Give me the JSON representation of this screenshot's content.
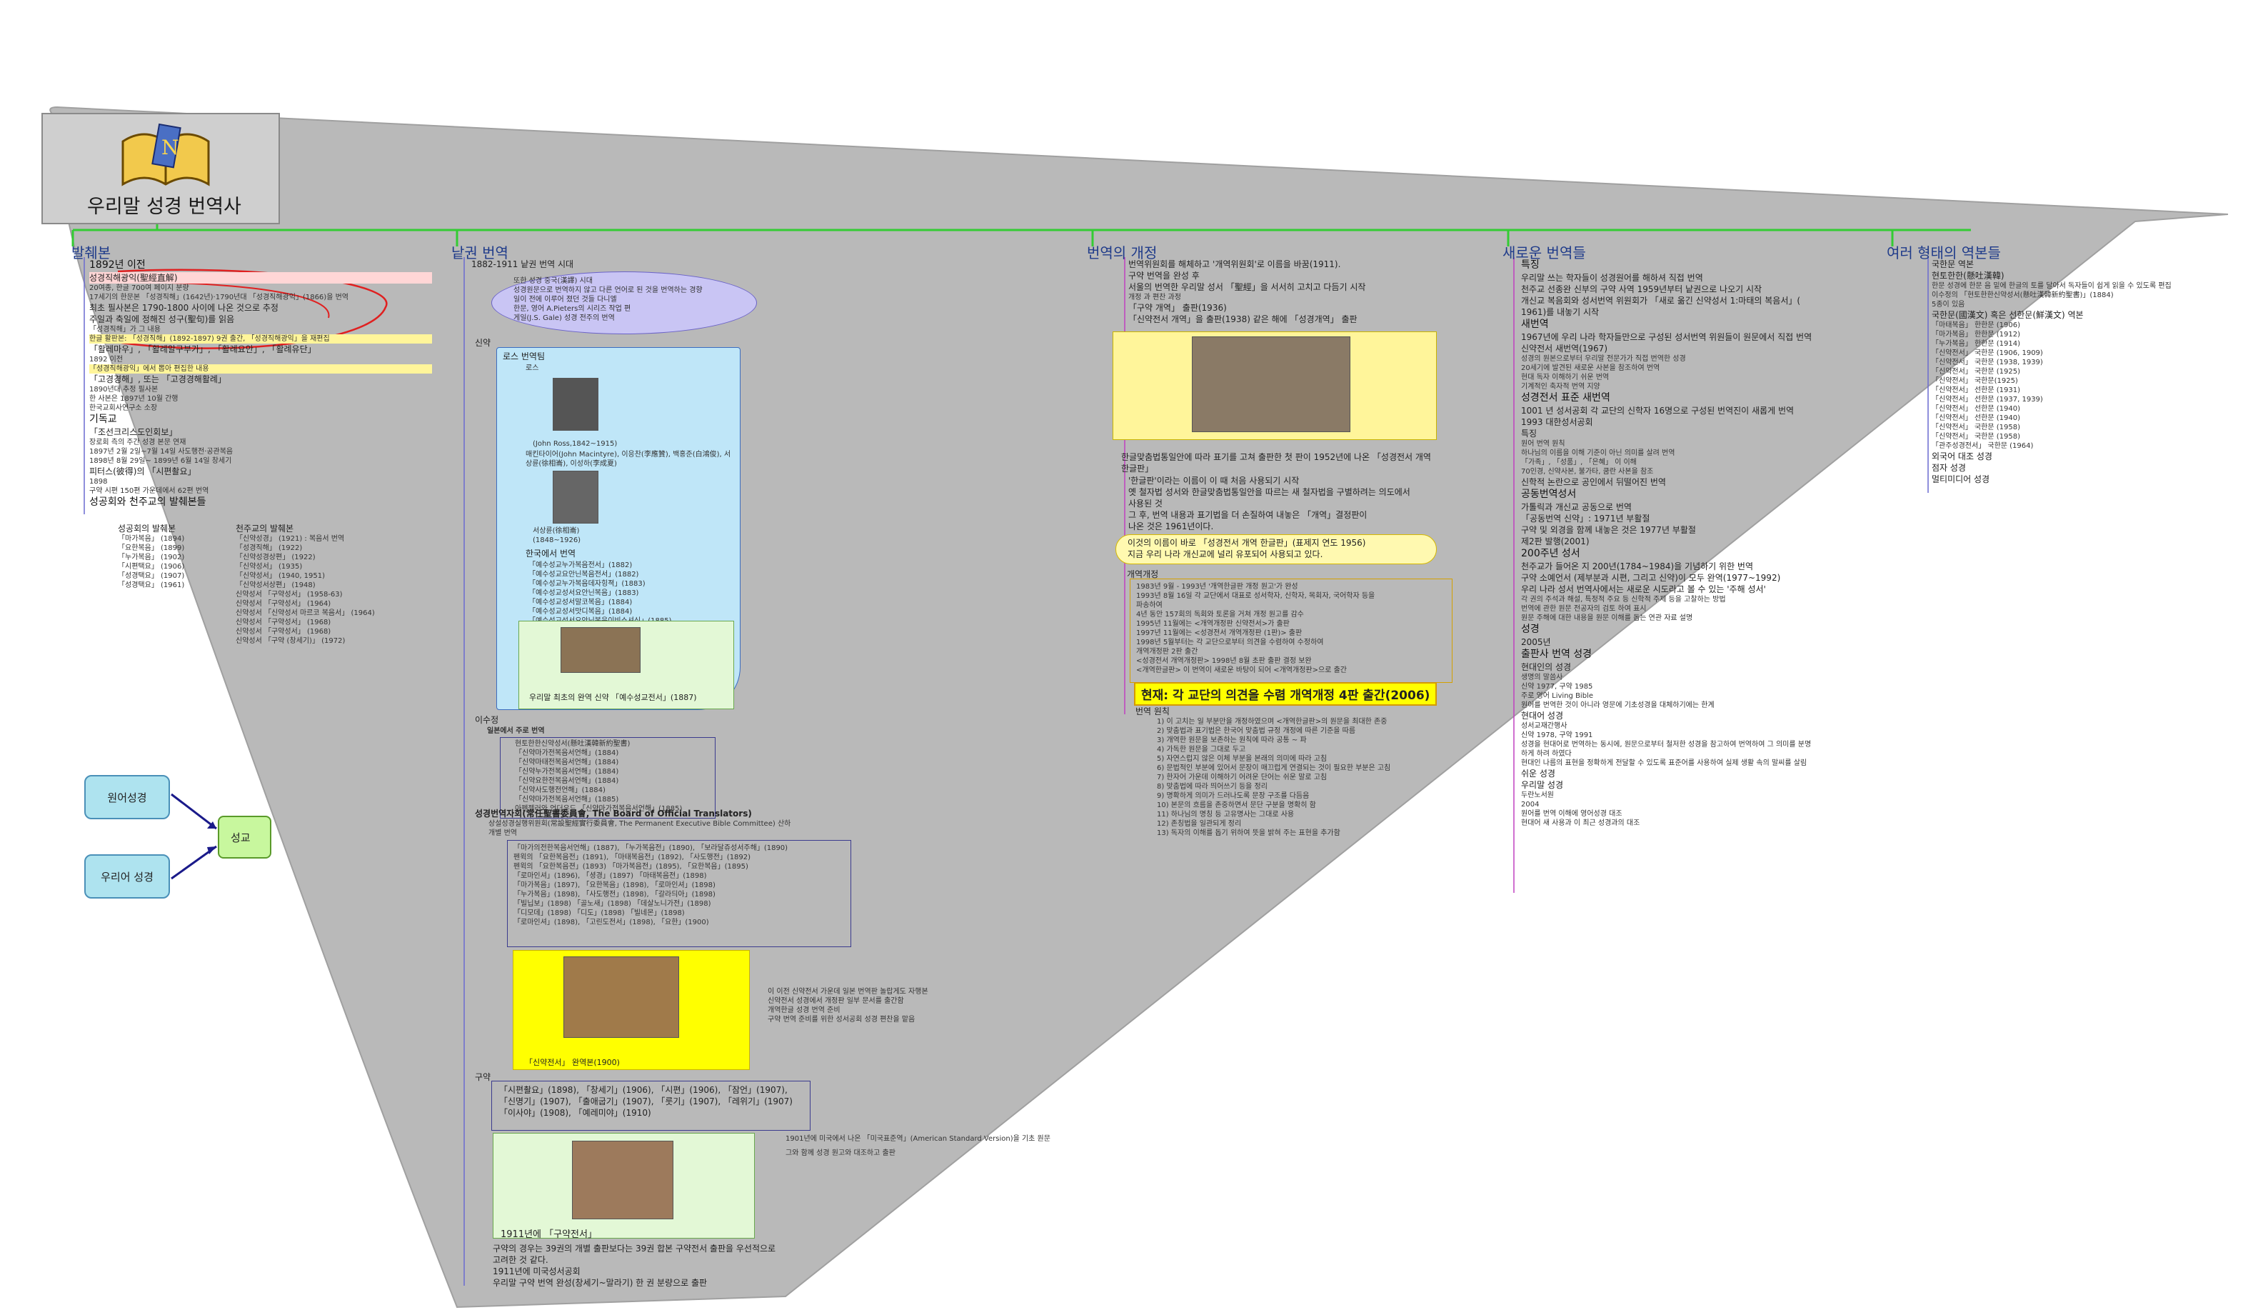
{
  "title": "우리말 성경 번역사",
  "branches": [
    {
      "label": "발췌본"
    },
    {
      "label": "낱권 번역"
    },
    {
      "label": "번역의 개정"
    },
    {
      "label": "새로운 번역들"
    },
    {
      "label": "여러 형태의 역본들"
    }
  ],
  "side_buttons": {
    "top": "원어성경",
    "bottom": "우리어 성경",
    "center": "성교"
  },
  "col1": {
    "items": [
      {
        "t": "1892년 이전",
        "c": "t1"
      },
      {
        "t": "성경직해광익(聖經直解)",
        "c": "t2 hl-r"
      },
      {
        "t": "20여종, 한글 700여 페이지 분량",
        "c": "t3"
      },
      {
        "t": "17세기의 한문본 「성경직해」(1642년)·1790년대 「성경직해광익」(1866)을 번역",
        "c": "t3"
      },
      {
        "t": "최초 필사본은 1790-1800 사이에 나온 것으로 추정",
        "c": "t2"
      },
      {
        "t": "주일과 축일에 정해진 성구(聖句)를 읽음",
        "c": "t2"
      },
      {
        "t": "「성경직해」가 그 내용",
        "c": "t3"
      },
      {
        "t": "한글 활판본: 「성경직해」(1892-1897) 9권 출간, 「성경직해광익」을 재편집",
        "c": "t3 hl-y"
      },
      {
        "t": "「활레마우」, 「활례알구부가」, 「활례요안」, 「활례유단」",
        "c": "t2"
      },
      {
        "t": "1892 이전",
        "c": "t3"
      },
      {
        "t": "「성경직해광익」에서 뽑아 편집한 내용",
        "c": "t3 hl-y"
      },
      {
        "t": "「고경경해」, 또는 「고경경해활례」",
        "c": "t2"
      },
      {
        "t": "1890년대 추정 필사본",
        "c": "t3"
      },
      {
        "t": "한 사본은 1897년 10월 간행",
        "c": "t3"
      },
      {
        "t": "한국교회사연구소 소장",
        "c": "t3"
      },
      {
        "t": "기독교",
        "c": "t1"
      },
      {
        "t": "「조선크리스도인회보」",
        "c": "t2"
      },
      {
        "t": "장로회 측의 주간 성경 본문 연재",
        "c": "t3"
      },
      {
        "t": "1897년 2월 2일~7월 14일 사도행전·공관복음",
        "c": "t3"
      },
      {
        "t": "1898년 8월 29일~ 1899년 6월 14일 창세기",
        "c": "t3"
      },
      {
        "t": "피터스(彼得)의 「시편촬요」",
        "c": "t2"
      },
      {
        "t": "1898",
        "c": "t3"
      },
      {
        "t": "구약 시편 150편 가운데에서 62편 번역",
        "c": "t3"
      },
      {
        "t": "성공회와 천주교의 발췌본들",
        "c": "t1"
      }
    ]
  },
  "col1_sub_left": {
    "head": "성공회의 발췌본",
    "items": [
      "「마가복음」 (1894)",
      "「요한복음」 (1899)",
      "「누가복음」 (1902)",
      "「시편택요」 (1906)",
      "「성경택요」 (1907)",
      "「성경택요」 (1961)"
    ]
  },
  "col1_sub_right": {
    "head": "천주교의 발췌본",
    "items": [
      "「신약성경」 (1921) : 복음서 번역",
      "「성경직해」 (1922)",
      "「신약성경상편」 (1922)",
      "「신약성서」 (1935)",
      "「신약성서」 (1940, 1951)",
      "「신약성서상편」 (1948)",
      "신약성서 「구약성서」 (1958-63)",
      "신약성서 「구약성서」 (1964)",
      "신약성서 「신약성서 마르코 복음서」 (1964)",
      "신약성서 「구약성서」 (1968)",
      "신약성서 「구약성서」 (1968)",
      "신약성서 「구약 (창세기)」 (1972)"
    ]
  },
  "col2": {
    "head": "1882-1911 낱권 번역 시대",
    "ellipse": [
      "또한 성경 중국(漢譯) 시대",
      "성경원문으로 번역하지 않고 다른 언어로 된 것을 번역하는 경향",
      "일이 전에 이루어 졌던 것들 다니엘",
      "한문, 영어 A.Pieters의 시리즈 작업 편",
      "게일(J.S. Gale) 성경 전주의 번역"
    ],
    "sinyak": "신약",
    "ross_head": "로스 번역팀",
    "ross_items": [
      "로스",
      "(John Ross,1842~1915)",
      "매킨타이어(John Macintyre), 이응찬(李應贊), 백홍준(白鴻俊), 서상륜(徐相崙), 이성하(李成夏)",
      "서상륜(徐相崙)",
      "(1848~1926)"
    ],
    "ross_list_head": "한국에서 번역",
    "ross_list": [
      "「예수성교누가복음전서」(1882)",
      "「예수성교요안닌복음전서」(1882)",
      "「예수성교누가복음데자힝젹」(1883)",
      "「예수성교성서요안닌복음」(1883)",
      "「예수성교성서말코복음」(1884)",
      "「예수성교성서맛디복음」(1884)",
      "「예수성교성서요안닌복음이비쇼셔신」(1885)"
    ],
    "ross_caption": "우리말 최초의 완역 신약 「예수성교전서」(1887)",
    "yesu_head": "이수정",
    "yesu_sub": "일본에서 주로 번역",
    "yesu_items": [
      "현토한한신약성서(懸吐漢韓新約聖書)",
      "「신약마가전복음서언해」(1884)",
      "「신약마태전복음서언해」(1884)",
      "「신약누가전복음서언해」(1884)",
      "「신약요한전복음서언해」(1884)",
      "「신약사도행전언해」(1884)",
      "「신약마가전복음서언해」(1885)",
      "아펜젤러와 언더우드 「신약마가전복음서언해」(1885)"
    ],
    "board_head": "성경번역자회(常任聖書委員會, The Board of Official Translators)",
    "board_sub": [
      "상설성경실행위원회(常設聖經實行委員會, The Permanent Executive Bible Committee) 산하",
      "개별 번역"
    ],
    "board_items": [
      "「마가의전한복음서언해」(1887), 「누가복음전」(1890), 「보라달쥬성서주해」(1890)",
      "펜윅의 「요한복음전」(1891), 「마태복음전」(1892), 「사도행전」(1892)",
      "펜윅의 「요한복음젼」(1893) 「마가복음전」(1895), 「요한복음」(1895)",
      "「로마인셔」(1896), 「셩경」(1897) 「마태복음전」(1898)",
      "「마가복음」(1897), 「요한복음」(1898), 「로마인셔」(1898)",
      "「누가복음」(1898), 「사도행전」(1898), 「갈라듸아」(1898)",
      "「빌닙보」(1898) 「골노새」(1898) 「데살노니가전」(1898)",
      "「디모데」(1898) 「디도」(1898) 「빌네몬」(1898)",
      "「로마인셔」(1898), 「고린도전서」(1898), 「요한」(1900)"
    ],
    "sinyak_caption": "「신약전서」 완역본(1900)",
    "sinyak_notes": [
      "이 이전 신약전서 가운데 일본 번역판 놀랍게도 자행본",
      "신약전서 성경에서 개정판 일부 문서를 출간함",
      "개역한글 성경 번역 준비",
      "구약 번역 준비를 위한 성서공회 성경 편찬을 맡음"
    ],
    "guyak": "구약",
    "guyak_items": [
      "「시편촬요」(1898), 「창세기」(1906), 「시편」(1906), 「잠언」(1907),",
      "「신명기」(1907), 「출애굽기」(1907), 「룻기」(1907), 「레위기」(1907)",
      "「이사야」(1908), 「예레미야」(1910)"
    ],
    "guyak_caption": "1911년에 「구약전서」",
    "guyak_note1": "1901년에 미국에서 나온 「미국표준역」(American Standard Version)을 기초 원문",
    "guyak_note2": "그와 함께 성경 원고와 대조하고 출판",
    "guyak_tail": [
      "구약의 경우는 39권의 개별 출판보다는 39권 합본 구약전서 출판을 우선적으로",
      "고려한 것 같다.",
      "1911년에 미국성서공회",
      "우리말 구약 번역 완성(창세기~말라기) 한 권 분량으로 출판"
    ]
  },
  "col3": {
    "items": [
      {
        "t": "번역위원회를 해체하고 '개역위원회'로 이름을 바꿈(1911).",
        "c": "t2"
      },
      {
        "t": "구약 번역을 완성 후",
        "c": "t2"
      },
      {
        "t": "서울의 번역한 우리말 성서 「聖經」을 서서히 고치고 다듬기 시작",
        "c": "t2"
      },
      {
        "t": "개정 과 편찬 과정",
        "c": "t3"
      },
      {
        "t": "「구약 개역」 출판(1936)",
        "c": "t2"
      },
      {
        "t": "「신약전서 개역」을 출판(1938) 같은 해에 「성경개역」 출판",
        "c": "t2"
      }
    ],
    "photo_caption": "한글맞춤법통일안에 따라 표기를 고쳐 출판한 첫 판이 1952년에 나온 「성경전서 개역 한글판」",
    "items2": [
      {
        "t": "'한글판'이라는 이름이 이 때 처음 사용되기 시작",
        "c": "t2"
      },
      {
        "t": "옛 철자법 성서와 한글맞춤법통일안을 따르는 새 철자법을 구별하려는 의도에서",
        "c": "t2"
      },
      {
        "t": "사용된 것",
        "c": "t2"
      },
      {
        "t": "그 후, 번역 내용과 표기법을 더 손질하여 내놓은 「개역」결정판이",
        "c": "t2"
      },
      {
        "t": "나온 것은 1961년이다.",
        "c": "t2"
      }
    ],
    "ellipse": [
      "이것의 이름이 바로 「성경전서 개역 한글판」(표제지 연도 1956)",
      "지금 우리 나라 개신교에 널리 유포되어 사용되고 있다."
    ],
    "revision_head": "개역개정",
    "revision_items": [
      "1983년 9월 - 1993년 '개역한글판 개정 원고'가 완성",
      "1993년 8월 16일 각 교단에서 대표로 성서학자, 신학자, 목회자, 국어학자 등을",
      "파송하여",
      "4년 동안 157회의 독회와 토론을 거쳐 개정 원고를 감수",
      "1995년 11월에는 <개역개정판 신약전서>가 출판",
      "1997년 11월에는 <성경전서 개역개정판 (1판)> 출판",
      "1998년 5월부터는 각 교단으로부터 의견을 수렴하여 수정하여",
      "개역개정판 2판 출간",
      "<성경전서 개역개정판> 1998년 8월 초판 출판 결정 보완",
      "<개역한글판> 이 번역이 새로운 바탕이 되어 <개역개정판>으로 출간"
    ],
    "banner": "현재: 각 교단의 의견을 수렴 개역개정 4판 출간(2006)",
    "principles_head": "번역 원칙",
    "principles": [
      "1) 이 고치는 일 부분만을 개정하였으며 <개역한글판>의 원문을 최대한 존중",
      "2) 맞춤법과 표기법은 한국어 맞춤법 규정 개정에 따른 기준을 따름",
      "3) 개역한 원문을 보존하는 원칙에 따라 공통 ~ 파",
      "4) 가독한 원문을 그대로 두고",
      "5) 자연스럽지 않은 이체 부분을 본래의 의미에 따라 고침",
      "6) 문법적인 부분에 있어서 문장이 매끄럽게 연결되는 것이 필요한 부분은 고침",
      "7) 한자어 가운데 이해하기 어려운 단어는 쉬운 말로 고침",
      "8) 맞춤법에 따라 띄어쓰기 등을 정리",
      "9) 명확하게 의미가 드러나도록 문장 구조를 다듬음",
      "10) 본문의 흐름을 존중하면서 문단 구분을 명확히 함",
      "11) 하나님의 명칭 등 고유명사는 그대로 사용",
      "12) 존칭법을 일관되게 정리",
      "13) 독자의 이해를 돕기 위하여 뜻을 밝혀 주는 표현을 추가함"
    ]
  },
  "col4": {
    "items": [
      {
        "t": "특징",
        "c": "t1"
      },
      {
        "t": "우리말 쓰는 학자들이 성경원어를 해하셔 직접 번역",
        "c": "t2"
      },
      {
        "t": "천주교 선종완 신부의 구약 사역 1959년부터 낱권으로 나오기 시작",
        "c": "t2"
      },
      {
        "t": "개신교 복음회와 성서번역 위원회가 「새로 옮긴 신약성서 1:마태의 복음서」(",
        "c": "t2"
      },
      {
        "t": "1961)를 내놓기 시작",
        "c": "t2"
      },
      {
        "t": "새번역",
        "c": "t1"
      },
      {
        "t": "1967년에 우리 나라 학자들만으로 구성된 성서번역 위원들이 원문에서 직접 번역",
        "c": "t2"
      },
      {
        "t": "신약전서 새번역(1967)",
        "c": "t2"
      },
      {
        "t": "성경의 원본으로부터 우리말 전문가가 직접 번역한 성경",
        "c": "t3"
      },
      {
        "t": "20세기에 발견된 새로운 사본을 참조하여 번역",
        "c": "t3"
      },
      {
        "t": "현대 독자 이해하기 쉬운 번역",
        "c": "t3"
      },
      {
        "t": "기계적인 축자적 번역 지양",
        "c": "t3"
      },
      {
        "t": "성경전서 표준 새번역",
        "c": "t1"
      },
      {
        "t": "1001 년 성서공회 각 교단의 신학자 16명으로 구성된 번역진이 새롭게 번역",
        "c": "t2"
      },
      {
        "t": "1993 대한성서공회",
        "c": "t2"
      },
      {
        "t": "특징",
        "c": "t2"
      },
      {
        "t": "원어 번역 원칙",
        "c": "t3"
      },
      {
        "t": "하나님의 이름을 이해 기준이 아닌 의미를 살려 번역",
        "c": "t3"
      },
      {
        "t": "「가족」, 「성품」, 「은혜」 이 이해",
        "c": "t3"
      },
      {
        "t": "70인경, 신약사본, 불가타, 쿰란 사본을 참조",
        "c": "t3"
      },
      {
        "t": "신학적 논란으로 공인에서 뒤떨어진 번역",
        "c": "t2"
      },
      {
        "t": "공동번역성서",
        "c": "t1"
      },
      {
        "t": "가톨릭과 개신교 공동으로 번역",
        "c": "t2"
      },
      {
        "t": "「공동번역 신약」: 1971년 부활절",
        "c": "t2"
      },
      {
        "t": "구약 및 외경을 함께 내놓은 것은 1977년 부활절",
        "c": "t2"
      },
      {
        "t": "제2판 발행(2001)",
        "c": "t2"
      },
      {
        "t": "200주년 성서",
        "c": "t1"
      },
      {
        "t": "천주교가 들어온 지 200년(1784~1984)을 기념하기 위한 번역",
        "c": "t2"
      },
      {
        "t": "구약 소예언서 (제부분과 시편, 그리고 신약)이 모두 완역(1977~1992)",
        "c": "t2"
      },
      {
        "t": "우리 나라 성서 번역사에서는 새로운 시도라고 볼 수 있는 '주해 성서'",
        "c": "t2"
      },
      {
        "t": "각 권의 주석과 해설, 특정적 주요 등 신학적 주제 등을 고찰하는 방법",
        "c": "t3"
      },
      {
        "t": "번역에 관한 원문 전공자의 검토 하여 표시",
        "c": "t3"
      },
      {
        "t": "원문 주해에 대한 내용을 원문 이해를 돕는 연관 자료 설명",
        "c": "t3"
      },
      {
        "t": "성경",
        "c": "t1"
      },
      {
        "t": "2005년",
        "c": "t2"
      },
      {
        "t": "출판사 번역 성경",
        "c": "t1"
      },
      {
        "t": "현대인의 성경",
        "c": "t2"
      },
      {
        "t": "생명의 말씀사",
        "c": "t3"
      },
      {
        "t": "신약 1977, 구약 1985",
        "c": "t3"
      },
      {
        "t": "주로 영어 Living Bible",
        "c": "t3"
      },
      {
        "t": "원어를 번역한 것이 아니라 영문에 기초성경을 대체하기에는 한계",
        "c": "t3"
      },
      {
        "t": "현대어 성경",
        "c": "t2"
      },
      {
        "t": "성서교재간행사",
        "c": "t3"
      },
      {
        "t": "신약 1978, 구약 1991",
        "c": "t3"
      },
      {
        "t": "성경을 현대어로 번역하는 동시에, 원문으로부터 철저한 성경을 참고하여 번역하여 그 의미를 분명",
        "c": "t3"
      },
      {
        "t": "하게 하려 하였다",
        "c": "t3"
      },
      {
        "t": "현대인 나름의 표현을 정확하게 전달할 수 있도록 표준어를 사용하여 실제 생활 속의 말씨를 살림",
        "c": "t3"
      },
      {
        "t": "쉬운 성경",
        "c": "t2"
      },
      {
        "t": "우리말 성경",
        "c": "t2"
      },
      {
        "t": "두란노서원",
        "c": "t3"
      },
      {
        "t": "2004",
        "c": "t3"
      },
      {
        "t": "원어를 번역 이해에 영어성경 대조",
        "c": "t3"
      },
      {
        "t": "현대어 새 사용과 이 최근 성경과의 대조",
        "c": "t3"
      }
    ]
  },
  "col5": {
    "items": [
      {
        "t": "국한문 역본",
        "c": "t2"
      },
      {
        "t": "현토한한(懸吐漢韓)",
        "c": "t2"
      },
      {
        "t": "한문 성경에 한문 음 밑에 한글의 토를 달아서 독자들이 쉽게 읽을 수 있도록 편집",
        "c": "t3"
      },
      {
        "t": "이수정의 「현토한한신약성서(懸吐漢韓新約聖書)」(1884)",
        "c": "t3"
      },
      {
        "t": "5종이 있음",
        "c": "t3"
      },
      {
        "t": "국한문(國漢文) 혹은 선한문(鮮漢文) 역본",
        "c": "t2"
      },
      {
        "t": "「마태복음」 한한문 (1906)",
        "c": "t3"
      },
      {
        "t": "「마가복음」 한한문 (1912)",
        "c": "t3"
      },
      {
        "t": "「누가복음」 한한문 (1914)",
        "c": "t3"
      },
      {
        "t": "「신약전서」 국한문 (1906, 1909)",
        "c": "t3"
      },
      {
        "t": "「신약전서」 국한문 (1938, 1939)",
        "c": "t3"
      },
      {
        "t": "「신약전서」 국한문 (1925)",
        "c": "t3"
      },
      {
        "t": "「신약전서」 국한문(1925)",
        "c": "t3"
      },
      {
        "t": "「신약전서」 선한문 (1931)",
        "c": "t3"
      },
      {
        "t": "「신약전서」 선한문 (1937, 1939)",
        "c": "t3"
      },
      {
        "t": "「신약전서」 선한문 (1940)",
        "c": "t3"
      },
      {
        "t": "「신약전서」 선한문 (1940)",
        "c": "t3"
      },
      {
        "t": "「신약전서」 국한문 (1958)",
        "c": "t3"
      },
      {
        "t": "「신약전서」 국한문 (1958)",
        "c": "t3"
      },
      {
        "t": "「관주성경전서」 국한문 (1964)",
        "c": "t3"
      },
      {
        "t": "외국어 대조 성경",
        "c": "t2"
      },
      {
        "t": "점자 성경",
        "c": "t2"
      },
      {
        "t": "멀티미디어 성경",
        "c": "t2"
      }
    ]
  },
  "colors": {
    "bg_shape": "#b9b9b9",
    "branch_line": "#33cc33",
    "branch_text": "#1f3b8a"
  }
}
